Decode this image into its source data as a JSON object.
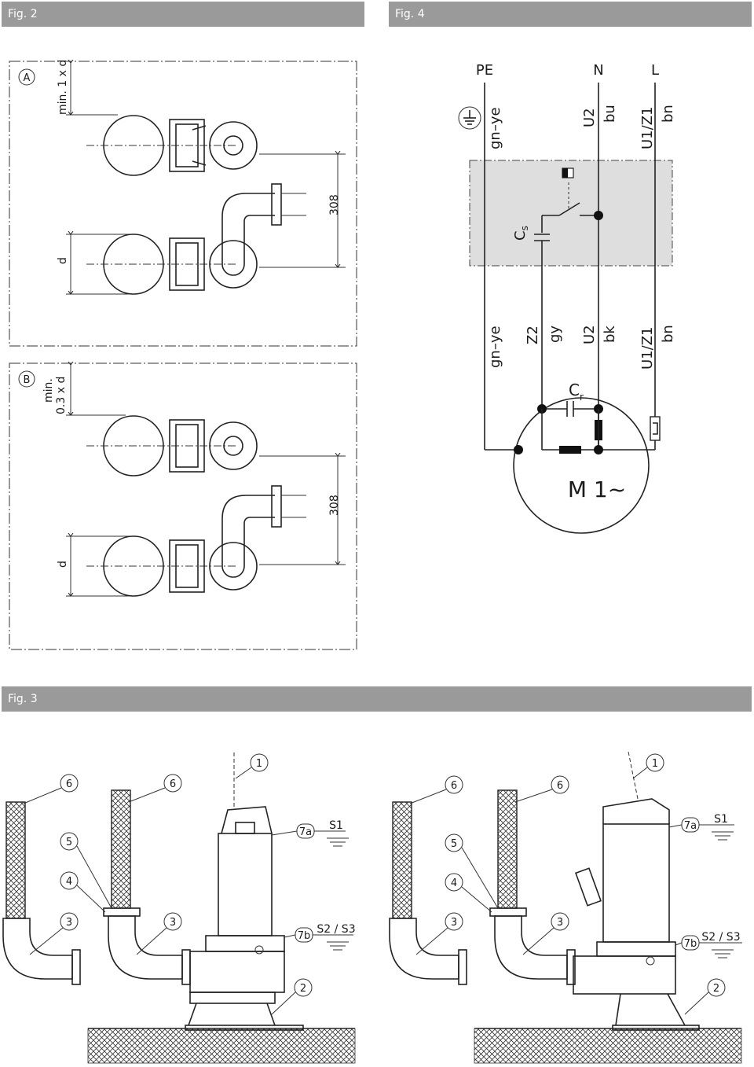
{
  "figures": {
    "fig2": {
      "title": "Fig. 2",
      "panel_a": "A",
      "panel_b": "B",
      "dim_a_top": "min. 1 x d",
      "dim_b_top_1": "min.",
      "dim_b_top_2": "0.3 x d",
      "dim_d": "d",
      "dim_308": "308"
    },
    "fig4": {
      "title": "Fig. 4",
      "pe": "PE",
      "n": "N",
      "l": "L",
      "top_gnye": "gn–ye",
      "top_u2": "U2",
      "top_bu": "bu",
      "top_u1z1": "U1/Z1",
      "top_bn": "bn",
      "mid_gnye": "gn–ye",
      "mid_z2": "Z2",
      "mid_gy": "gy",
      "mid_u2": "U2",
      "mid_bk": "bk",
      "mid_u1z1": "U1/Z1",
      "mid_bn": "bn",
      "cs": "C",
      "cs_sub": "s",
      "cr": "C",
      "cr_sub": "r",
      "motor": "M 1~"
    },
    "fig3": {
      "title": "Fig. 3",
      "callouts": [
        "1",
        "2",
        "3",
        "4",
        "5",
        "6",
        "7a",
        "7b"
      ],
      "s1": "S1",
      "s2s3": "S2 / S3"
    }
  },
  "colors": {
    "header_bg": "#9a9a9a",
    "shade": "#dedede"
  }
}
